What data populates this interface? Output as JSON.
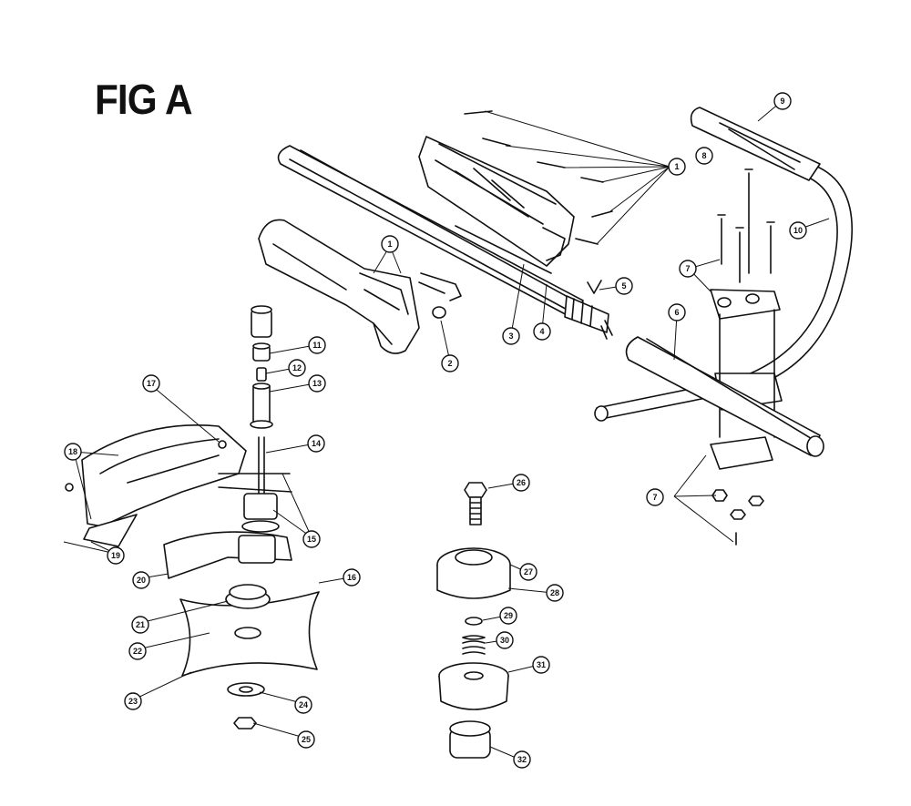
{
  "figure": {
    "title": "FIG A"
  },
  "callouts": [
    {
      "id": "c1a",
      "label": "1"
    },
    {
      "id": "c1b",
      "label": "1"
    },
    {
      "id": "c2",
      "label": "2"
    },
    {
      "id": "c3",
      "label": "3"
    },
    {
      "id": "c4",
      "label": "4"
    },
    {
      "id": "c5",
      "label": "5"
    },
    {
      "id": "c6",
      "label": "6"
    },
    {
      "id": "c7a",
      "label": "7"
    },
    {
      "id": "c7b",
      "label": "7"
    },
    {
      "id": "c8",
      "label": "8"
    },
    {
      "id": "c9",
      "label": "9"
    },
    {
      "id": "c10",
      "label": "10"
    },
    {
      "id": "c11",
      "label": "11"
    },
    {
      "id": "c12",
      "label": "12"
    },
    {
      "id": "c13",
      "label": "13"
    },
    {
      "id": "c14",
      "label": "14"
    },
    {
      "id": "c15",
      "label": "15"
    },
    {
      "id": "c16",
      "label": "16"
    },
    {
      "id": "c17",
      "label": "17"
    },
    {
      "id": "c18",
      "label": "18"
    },
    {
      "id": "c19",
      "label": "19"
    },
    {
      "id": "c20",
      "label": "20"
    },
    {
      "id": "c21",
      "label": "21"
    },
    {
      "id": "c22",
      "label": "22"
    },
    {
      "id": "c23",
      "label": "23"
    },
    {
      "id": "c24",
      "label": "24"
    },
    {
      "id": "c25",
      "label": "25"
    },
    {
      "id": "c26",
      "label": "26"
    },
    {
      "id": "c27",
      "label": "27"
    },
    {
      "id": "c28",
      "label": "28"
    },
    {
      "id": "c29",
      "label": "29"
    },
    {
      "id": "c30",
      "label": "30"
    },
    {
      "id": "c31",
      "label": "31"
    },
    {
      "id": "c32",
      "label": "32"
    }
  ]
}
